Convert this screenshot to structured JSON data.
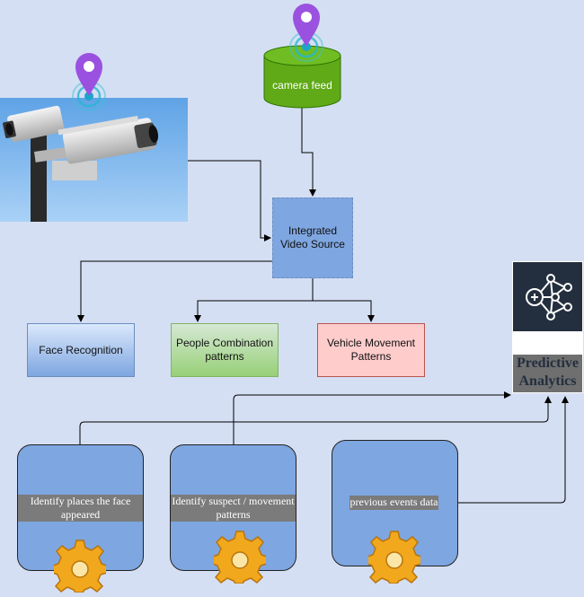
{
  "nodes": {
    "camera_feed": "camera feed",
    "integrated_video_source": "Integrated Video Source",
    "face_recognition": "Face Recognition",
    "people_combination": "People Combination patterns",
    "vehicle_movement": "Vehicle Movement Patterns",
    "predictive_analytics": "Predictive Analytics",
    "identify_places": "Identify places the face appeared",
    "identify_suspect": "Identify suspect / movement patterns",
    "previous_events": "previous events data"
  },
  "icons": {
    "location_pin": "location-pin-icon",
    "cctv_camera": "cctv-camera-photo",
    "ml_network": "ml-network-icon",
    "gear": "gear-icon"
  },
  "colors": {
    "background": "#d5dff3",
    "camera_feed": "#60a917",
    "video_source": "#7ea6e0",
    "face_recognition": "#dae8fc",
    "people_combination": "#d5e8d4",
    "vehicle_movement": "#ffcccc",
    "pin": "#9b51e0",
    "predictive_icon_bg": "#232f3e"
  }
}
